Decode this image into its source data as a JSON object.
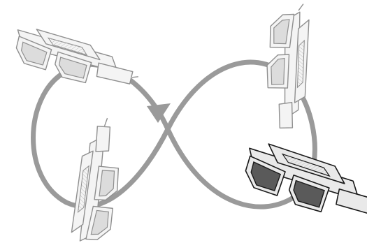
{
  "diagram": {
    "kind": "rotation-cycle",
    "loop_shape": "figure-eight",
    "arrow_direction": "clockwise-into-center",
    "device_icon": "smart-glasses-icon",
    "poses": [
      {
        "id": "pose-1",
        "orientation": "tilted-left",
        "highlighted": false
      },
      {
        "id": "pose-2",
        "orientation": "upright-side",
        "highlighted": false
      },
      {
        "id": "pose-3",
        "orientation": "upside-down",
        "highlighted": false
      },
      {
        "id": "pose-4",
        "orientation": "front-facing",
        "highlighted": true
      }
    ]
  },
  "colors": {
    "background": "#ffffff",
    "loop": "#9a9a9a",
    "line_art": "#8f8f8f",
    "line_art_fill": "#f4f4f4",
    "highlight_stroke": "#1a1a1a",
    "highlight_fill": "#e9e9e9",
    "lens_dark": "#5a5a5a",
    "lens_light": "#dcdcdc"
  }
}
